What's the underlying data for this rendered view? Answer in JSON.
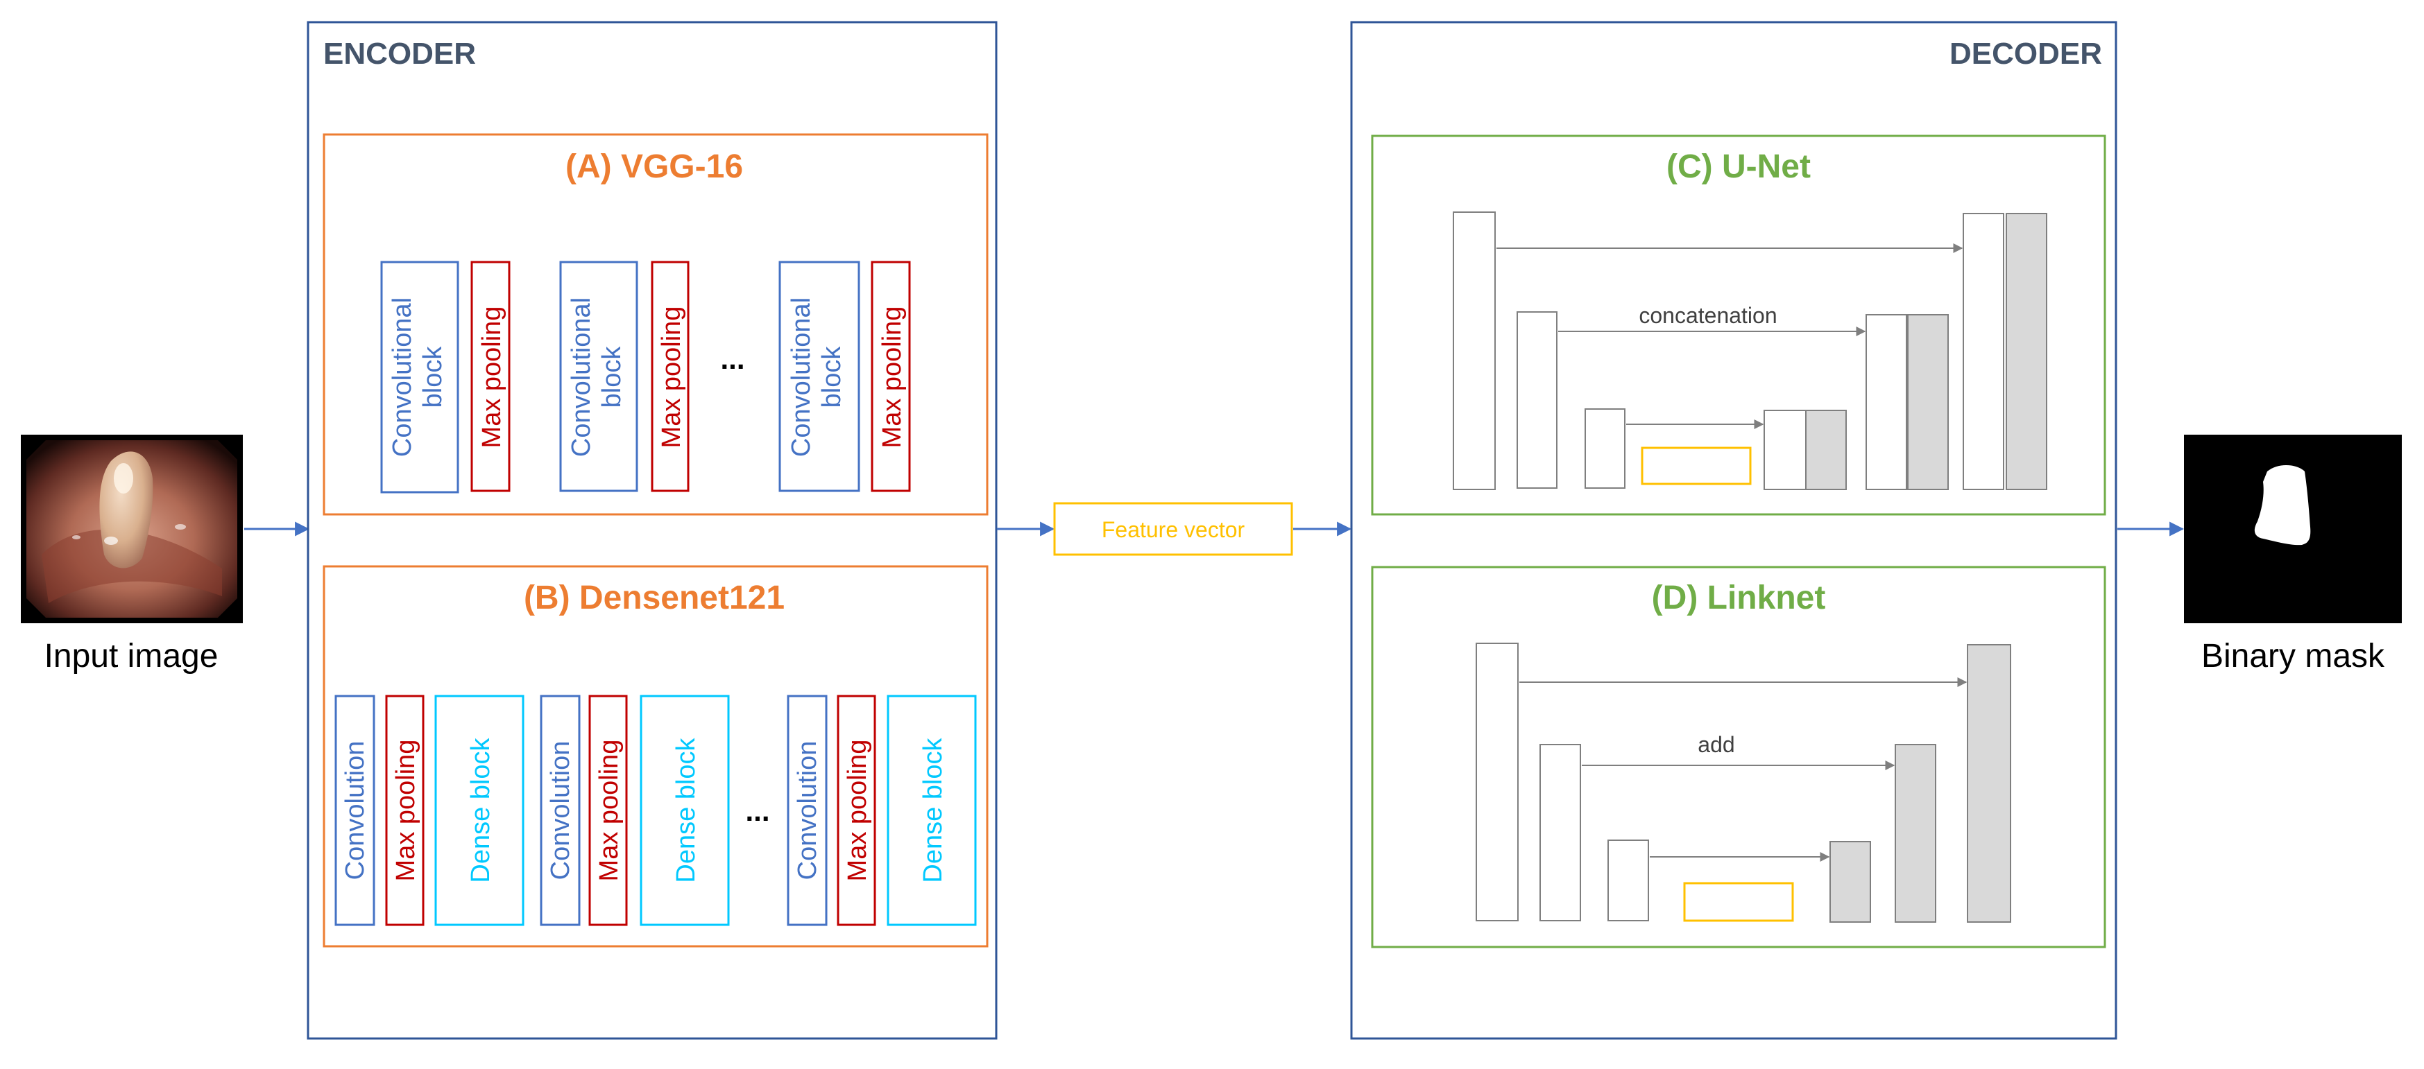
{
  "input": {
    "caption": "Input image"
  },
  "output": {
    "caption": "Binary mask"
  },
  "encoder": {
    "title": "ENCODER",
    "vgg": {
      "title": "(A) VGG-16",
      "conv_label_1": "Convolutional",
      "conv_label_2": "block",
      "pool_label": "Max pooling",
      "ellipsis": "..."
    },
    "densenet": {
      "title": "(B) Densenet121",
      "conv_label": "Convolution",
      "pool_label": "Max pooling",
      "dense_label": "Dense block",
      "ellipsis": "..."
    }
  },
  "feature_vector": {
    "label": "Feature vector"
  },
  "decoder": {
    "title": "DECODER",
    "unet": {
      "title": "(C) U-Net",
      "skip_label": "concatenation"
    },
    "linknet": {
      "title": "(D) Linknet",
      "skip_label": "add"
    }
  },
  "colors": {
    "frame_blue": "#2F5597",
    "title_slate": "#44546A",
    "orange": "#ED7D31",
    "green": "#70AD47",
    "conv_blue": "#4472C4",
    "pool_red": "#C00000",
    "dense_cyan": "#00C8FF",
    "feature_gold": "#FFC000",
    "decoder_gray": "#D9D9D9",
    "arrow_gray": "#7F7F7F"
  }
}
